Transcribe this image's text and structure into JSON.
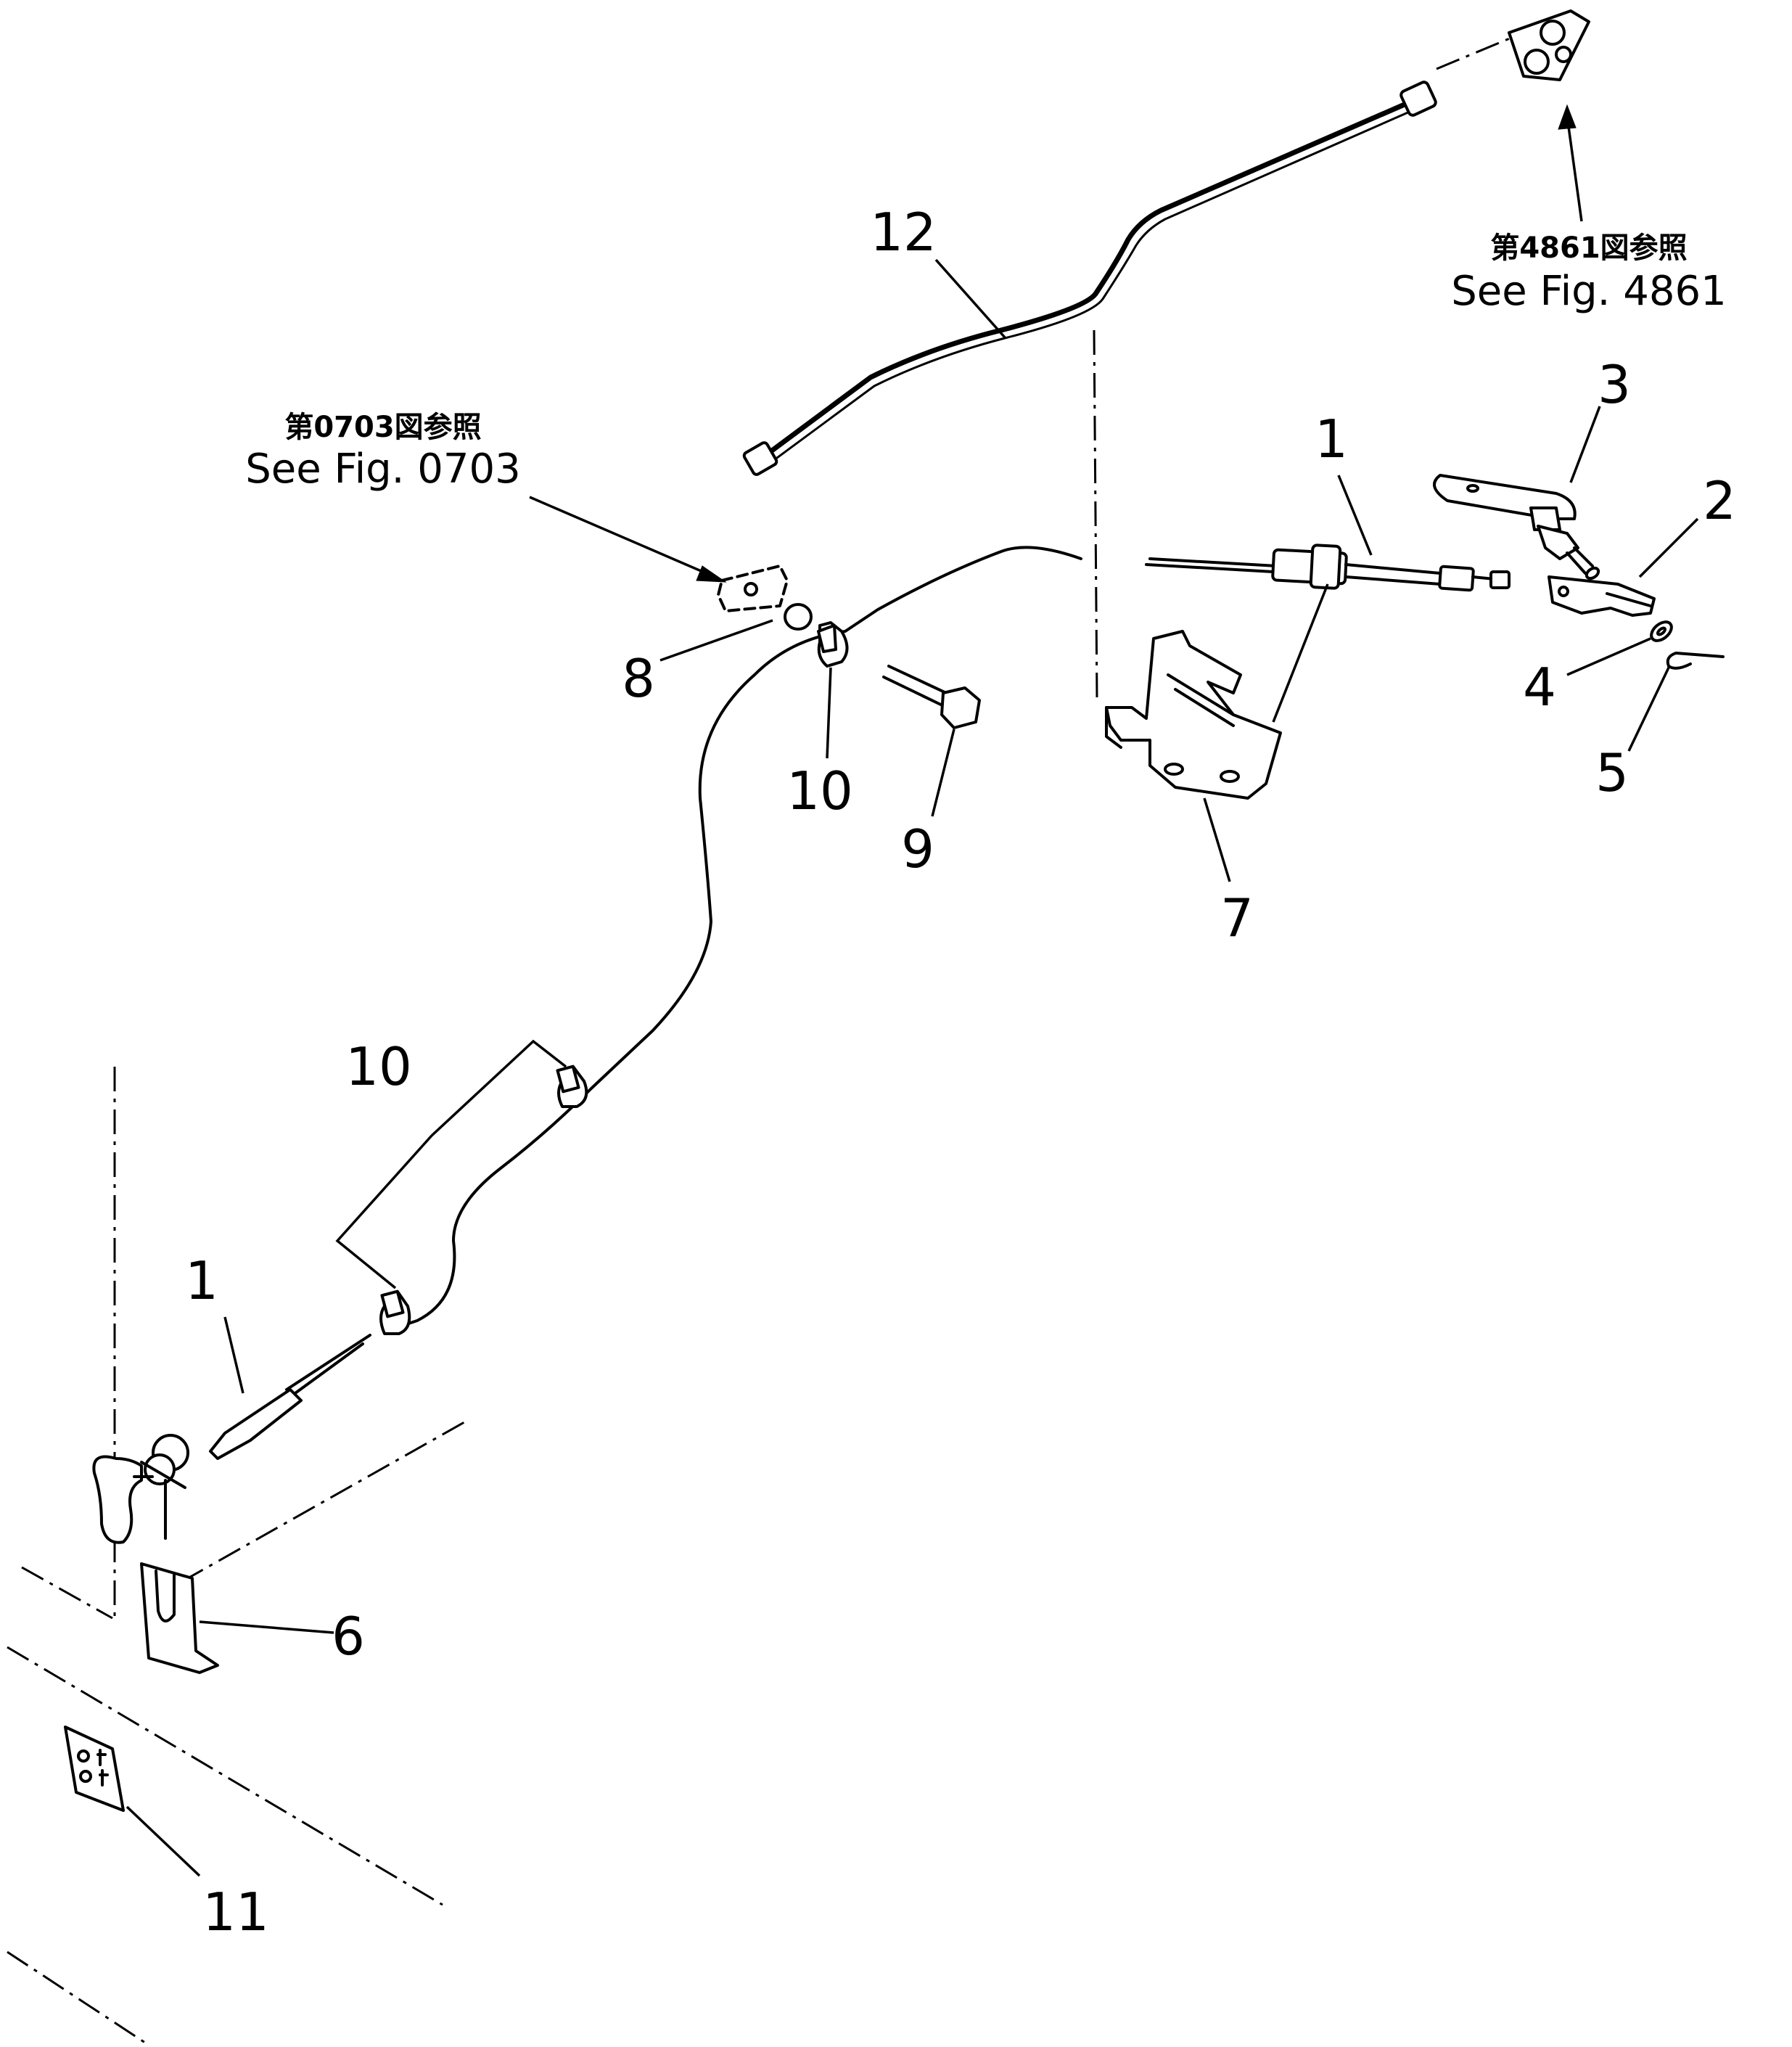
{
  "callouts": [
    {
      "id": "label-12",
      "text": "12"
    },
    {
      "id": "label-3",
      "text": "3"
    },
    {
      "id": "label-1-top",
      "text": "1"
    },
    {
      "id": "label-2",
      "text": "2"
    },
    {
      "id": "label-4",
      "text": "4"
    },
    {
      "id": "label-5",
      "text": "5"
    },
    {
      "id": "label-8",
      "text": "8"
    },
    {
      "id": "label-10-top",
      "text": "10"
    },
    {
      "id": "label-9",
      "text": "9"
    },
    {
      "id": "label-7",
      "text": "7"
    },
    {
      "id": "label-10-mid",
      "text": "10"
    },
    {
      "id": "label-1-bottom",
      "text": "1"
    },
    {
      "id": "label-6",
      "text": "6"
    },
    {
      "id": "label-11",
      "text": "11"
    }
  ],
  "references": [
    {
      "id": "ref-4861",
      "jp": "第4861図参照",
      "en": "See Fig. 4861"
    },
    {
      "id": "ref-0703",
      "jp": "第0703図参照",
      "en": "See Fig. 0703"
    }
  ]
}
